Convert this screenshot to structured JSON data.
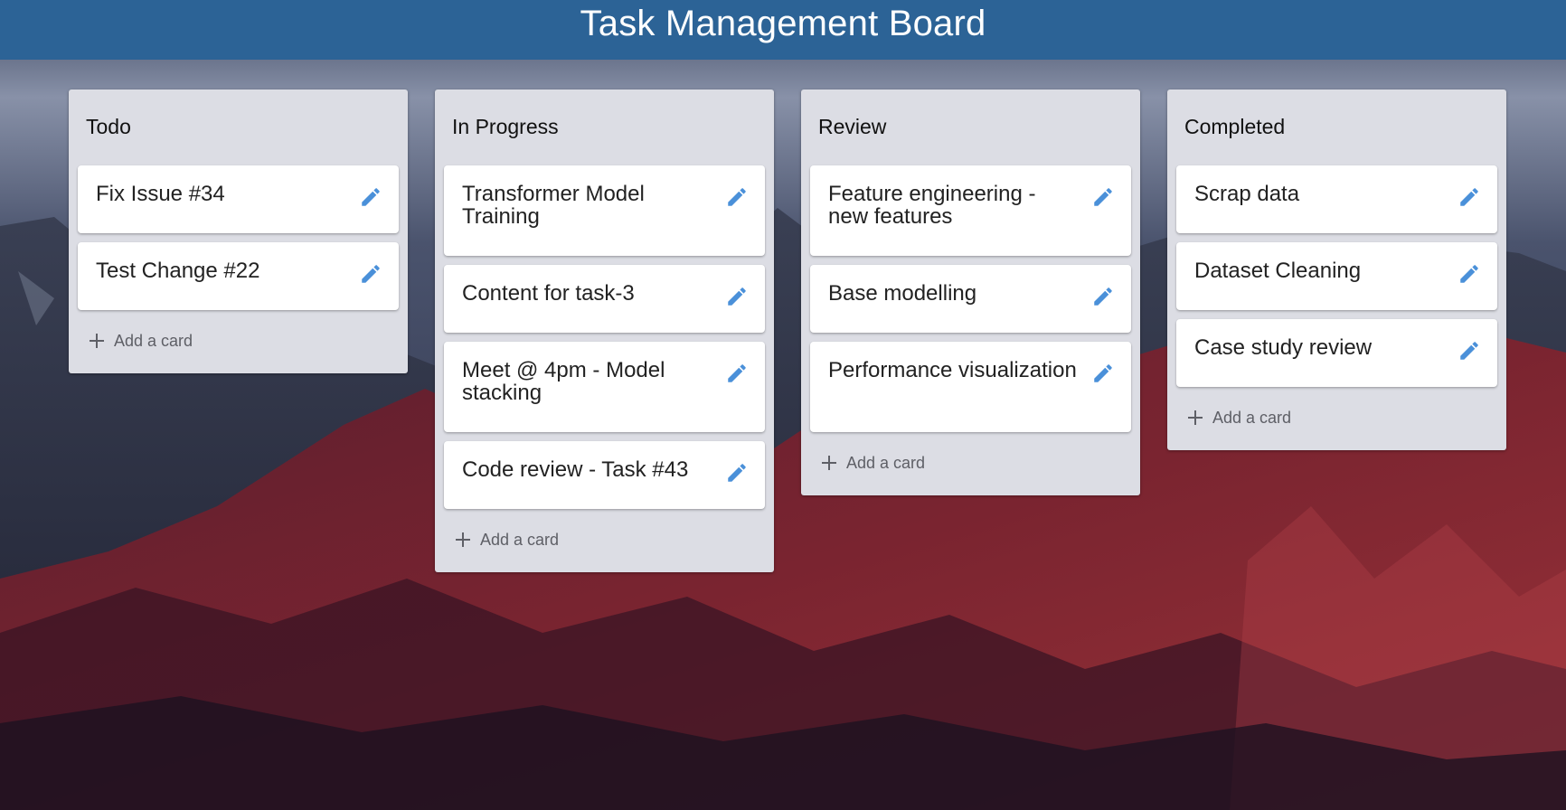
{
  "header": {
    "title": "Task Management Board"
  },
  "lists": [
    {
      "title": "Todo",
      "cards": [
        "Fix Issue #34",
        "Test Change #22"
      ],
      "add_label": "Add a card"
    },
    {
      "title": "In Progress",
      "cards": [
        "Transformer Model Training",
        "Content for task-3",
        "Meet @ 4pm - Model stacking",
        "Code review - Task #43"
      ],
      "add_label": "Add a card"
    },
    {
      "title": "Review",
      "cards": [
        "Feature engineering - new features",
        "Base modelling",
        "Performance visualization"
      ],
      "add_label": "Add a card"
    },
    {
      "title": "Completed",
      "cards": [
        "Scrap data",
        "Dataset Cleaning",
        "Case study review"
      ],
      "add_label": "Add a card"
    }
  ],
  "icons": {
    "edit": "pencil-icon",
    "add": "plus-icon"
  },
  "colors": {
    "header_bg": "#2c6396",
    "list_bg": "#dcdde4",
    "card_bg": "#ffffff",
    "edit_icon": "#4a90d9",
    "add_text": "#5e5f66"
  }
}
